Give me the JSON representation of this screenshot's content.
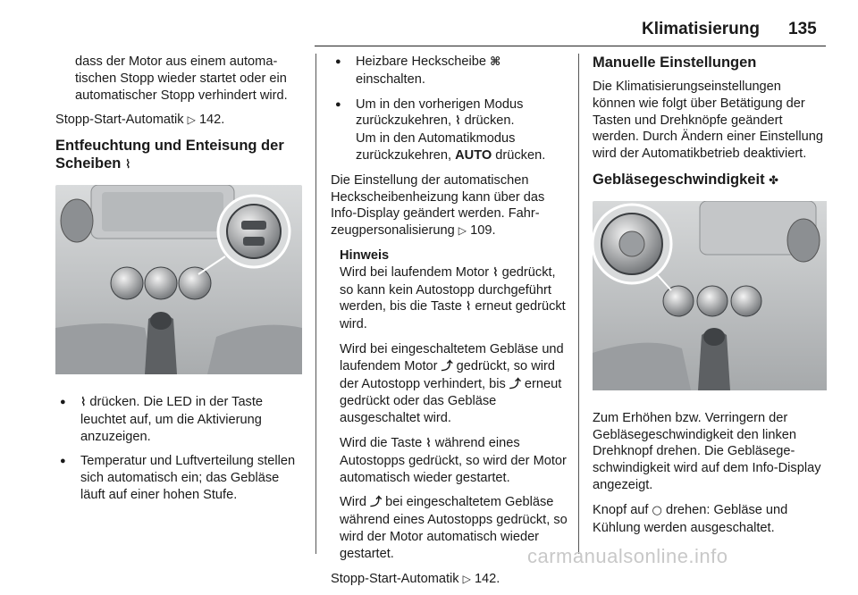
{
  "header": {
    "title": "Klimatisierung",
    "page": "135"
  },
  "col1": {
    "p1": "dass der Motor aus einem automa­tischen Stopp wieder startet oder ein automatischer Stopp verhindert wird.",
    "ref1_text": "Stopp-Start-Automatik",
    "ref1_arrow": "▷",
    "ref1_page": "142.",
    "heading": "Entfeuchtung und Enteisung der Scheiben",
    "heading_icon": "defrost-icon",
    "heading_icon_glyph": "⌇",
    "bullet1_icon_glyph": "⌇",
    "bullet1": "drücken. Die LED in der Taste leuchtet auf, um die Aktivierung anzuzeigen.",
    "bullet2": "Temperatur und Luftverteilung stellen sich automatisch ein; das Gebläse läuft auf einer hohen Stufe."
  },
  "col2": {
    "bullet1_text": "Heizbare Heckscheibe",
    "bullet1_icon": "rear-window-heater-icon",
    "bullet1_icon_glyph": "⌘",
    "bullet1_end": "einschalten.",
    "bullet2_a": "Um in den vorherigen Modus zurückzukehren,",
    "bullet2_b": "drücken.",
    "bullet2_c": "Um in den Automatikmodus zurückzukehren,",
    "bullet2_auto": "AUTO",
    "bullet2_d": "drücken.",
    "p1": "Die Einstellung der automatischen Heckscheibenheizung kann über das Info-Display geändert werden. Fahr­zeugpersonalisierung",
    "p1_arrow": "▷",
    "p1_page": "109.",
    "note_title": "Hinweis",
    "note1_a": "Wird bei laufendem Motor",
    "note1_b": "gedrückt, so kann kein Autostopp durchgeführt werden, bis die Taste",
    "note1_c": "erneut gedrückt wird.",
    "note2_a": "Wird bei eingeschaltetem Gebläse und laufendem Motor",
    "note2_icon_glyph": "⤴",
    "note2_b": "gedrückt, so wird der Autostopp verhindert, bis",
    "note2_c": "erneut gedrückt oder das Gebläse ausgeschaltet wird.",
    "note3_a": "Wird die Taste",
    "note3_b": "während eines Autostopps gedrückt, so wird der Motor automatisch wieder gestartet.",
    "note4_a": "Wird",
    "note4_b": "bei eingeschaltetem Gebläse während eines Autostopps gedrückt, so wird der Motor automa­tisch wieder gestartet.",
    "ref_text": "Stopp-Start-Automatik",
    "ref_arrow": "▷",
    "ref_page": "142."
  },
  "col3": {
    "heading1": "Manuelle Einstellungen",
    "p1": "Die Klimatisierungseinstellungen können wie folgt über Betätigung der Tasten und Drehknöpfe geändert werden. Durch Ändern einer Einstel­lung wird der Automatikbetrieb deak­tiviert.",
    "heading2": "Gebläsegeschwindigkeit",
    "heading2_icon_glyph": "✤",
    "p2": "Zum Erhöhen bzw. Verringern der Gebläsegeschwindigkeit den linken Drehknopf drehen. Die Gebläsege­schwindigkeit wird auf dem Info-Display angezeigt.",
    "p3_a": "Knopf auf",
    "p3_icon_glyph": "○",
    "p3_b": "drehen: Gebläse und Kühlung werden ausgeschaltet."
  },
  "footer": {
    "url": "carmanualsonline.info"
  }
}
